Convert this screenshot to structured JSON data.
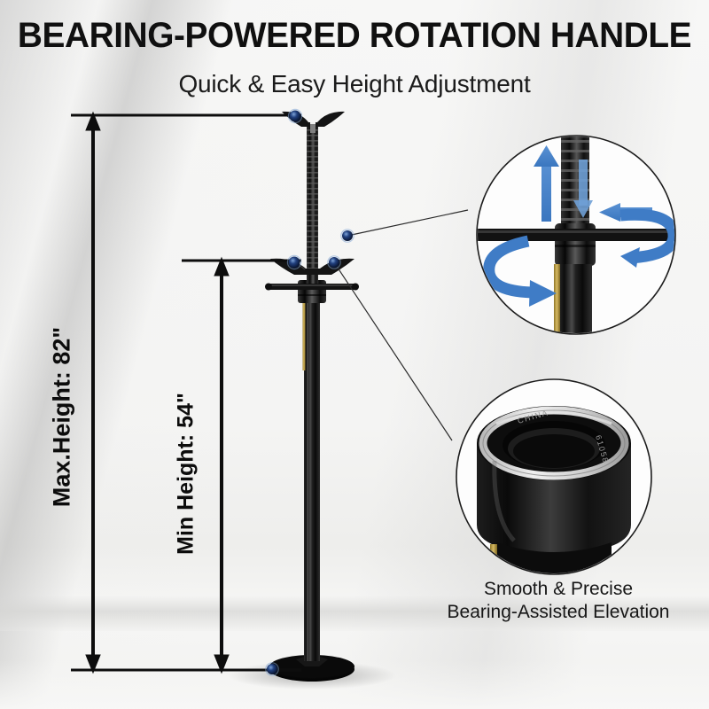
{
  "header": {
    "title": "BEARING-POWERED ROTATION HANDLE",
    "subtitle": "Quick & Easy Height Adjustment"
  },
  "dimensions": {
    "max_height_label": "Max.Height: 82\"",
    "min_height_label": "Min Height: 54\"",
    "max_height_value": 82,
    "min_height_value": 54,
    "unit": "in"
  },
  "callouts": [
    {
      "id": "rotation-handle-detail",
      "kind": "zoom-circle",
      "caption": "",
      "arrows": [
        "up",
        "down",
        "rotate-left",
        "rotate-right"
      ]
    },
    {
      "id": "bearing-detail",
      "kind": "zoom-circle",
      "caption_line1": "Smooth & Precise",
      "caption_line2": "Bearing-Assisted Elevation",
      "bearing_marking_1": "CHINA",
      "bearing_marking_2": "61058"
    }
  ],
  "captions": {
    "bearing_line1": "Smooth & Precise",
    "bearing_line2": "Bearing-Assisted Elevation"
  },
  "colors": {
    "arrow_blue": "#4080c8",
    "arrow_blue_light": "#6ea2d8",
    "marker_navy": "#11224a",
    "marker_glow": "#5d86c4",
    "ink": "#101010",
    "product_black": "#161616",
    "brass": "#b3932f"
  },
  "product": {
    "name": "under-hoist-support-stand",
    "parts": [
      "saddle-yoke",
      "threaded-screw",
      "t-handle-crossbar",
      "bearing-collar",
      "main-pole",
      "base-disc"
    ]
  }
}
